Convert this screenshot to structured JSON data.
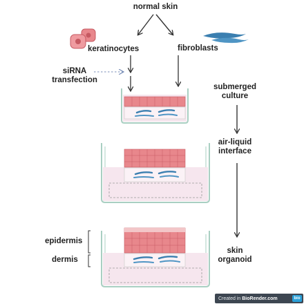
{
  "labels": {
    "normal_skin": "normal skin",
    "keratinocytes": "keratinocytes",
    "fibroblasts": "fibroblasts",
    "sirna_line1": "siRNA",
    "sirna_line2": "transfection",
    "submerged_line1": "submerged",
    "submerged_line2": "culture",
    "ali_line1": "air-liquid",
    "ali_line2": "interface",
    "skin_line1": "skin",
    "skin_line2": "organoid",
    "epidermis": "epidermis",
    "dermis": "dermis"
  },
  "watermark": {
    "prefix": "Created in ",
    "brand": "BioRender.com",
    "logo": "bio"
  },
  "colors": {
    "keratinocyte": "#e8878c",
    "keratinocyte_nucleus": "#c65a62",
    "fibroblast": "#3b7fb0",
    "dish": "#a9cfc2",
    "medium": "#f6e6ee",
    "insert": "#c9c9c9",
    "arrow": "#333333",
    "sirna_arrow": "#7a8fb8"
  }
}
